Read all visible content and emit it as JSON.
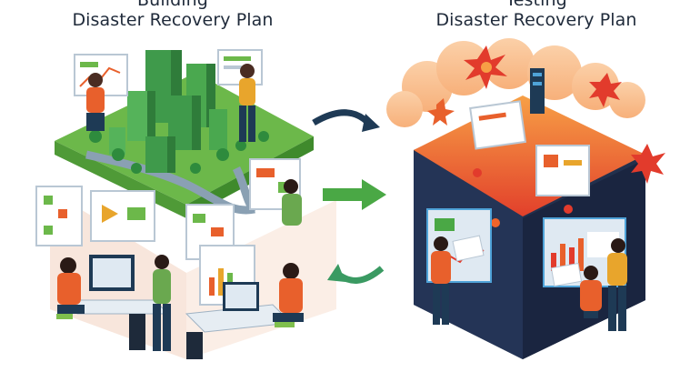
{
  "left_panel": {
    "title_line1": "Building",
    "title_line2": "Disaster Recovery Plan"
  },
  "right_panel": {
    "title_line1": "Testing",
    "title_line2": "Disaster Recovery Plan"
  },
  "colors": {
    "grass": "#6cb84a",
    "building_green": "#3f9a4b",
    "arrow_navy": "#1e3a55",
    "arrow_green": "#4aa845",
    "cube_dark": "#22304d",
    "explosion_orange": "#f0642a",
    "explosion_red": "#e23b2c",
    "person_orange": "#e8602c",
    "person_green": "#6aa84f"
  },
  "icons": [
    "city-block",
    "cycle-arrows",
    "explosion-icon",
    "data-center-cube"
  ]
}
